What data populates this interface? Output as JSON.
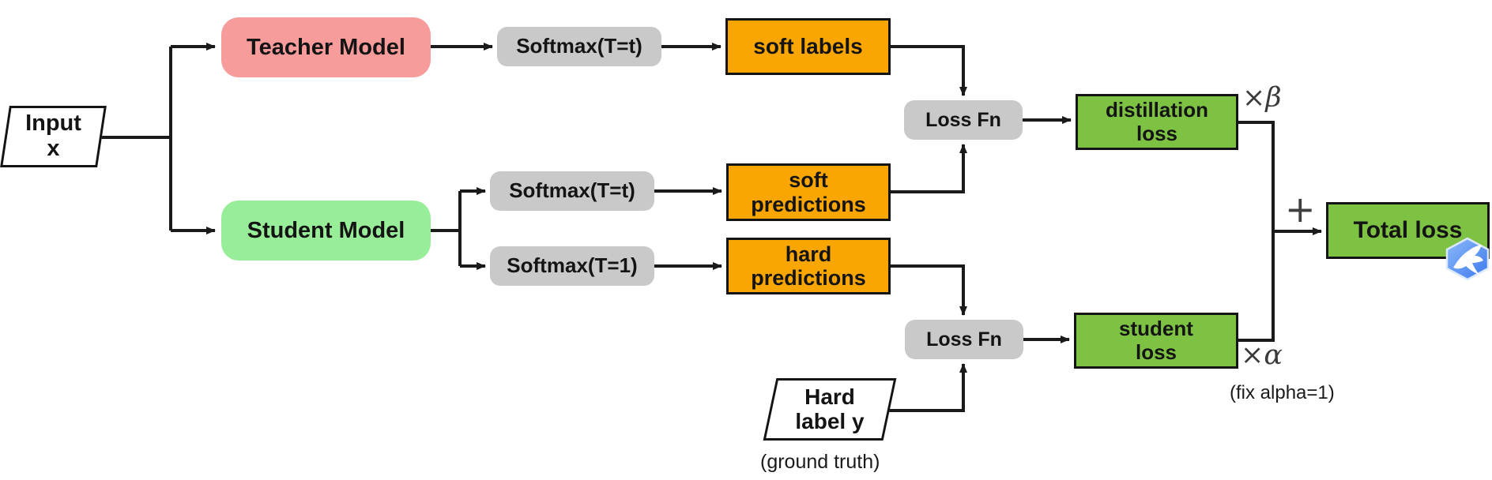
{
  "diagram": {
    "title": "knowledge-distillation-flowchart",
    "nodes": {
      "input": {
        "label": "Input\nx"
      },
      "teacher": {
        "label": "Teacher Model"
      },
      "student": {
        "label": "Student Model"
      },
      "softmax_teacher": {
        "label": "Softmax(T=t)"
      },
      "softmax_student_soft": {
        "label": "Softmax(T=t)"
      },
      "softmax_student_hard": {
        "label": "Softmax(T=1)"
      },
      "soft_labels": {
        "label": "soft labels"
      },
      "soft_predictions": {
        "label": "soft\npredictions"
      },
      "hard_predictions": {
        "label": "hard\npredictions"
      },
      "loss_fn_distill": {
        "label": "Loss Fn"
      },
      "loss_fn_student": {
        "label": "Loss Fn"
      },
      "distillation_loss": {
        "label": "distillation\nloss"
      },
      "student_loss": {
        "label": "student\nloss"
      },
      "total_loss": {
        "label": "Total loss"
      },
      "hard_label": {
        "label": "Hard\nlabel y"
      }
    },
    "annotations": {
      "times_beta": "×β",
      "times_alpha": "×α",
      "plus": "+",
      "fix_alpha_note": "(fix alpha=1)",
      "ground_truth_note": "(ground truth)"
    },
    "icons": {
      "watermark": "hummingbird-badge-icon"
    },
    "colors": {
      "teacher_pink": "#f79b9b",
      "student_green": "#98ee98",
      "process_gray": "#c9c9c9",
      "data_orange": "#f9a602",
      "loss_green": "#7dc242",
      "line_black": "#1a1a1a",
      "watermark_blue": "#4a86f0"
    }
  }
}
